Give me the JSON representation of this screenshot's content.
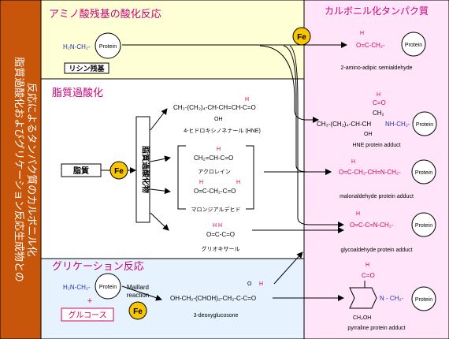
{
  "colors": {
    "sidebar_bg": "#C8560A",
    "section_title": "#C8007A",
    "blue_text": "#2233AA",
    "red_text": "#D4005A",
    "iron": "#F7C600",
    "top_bg": "#FFFFD6",
    "glyc_bg": "#E6F3FF",
    "right_bg": "#FFE4FA"
  },
  "sidebar": {
    "line1": "脂質過酸化およびグリケーション反応生成物との",
    "line2": "反応によるタンパク質のカルボニル化"
  },
  "sections": {
    "amino": "アミノ酸残基の酸化反応",
    "lipid": "脂質過酸化",
    "glycation": "グリケーション反応",
    "carbonyl": "カルボニル化タンパク質"
  },
  "labels": {
    "iron": "Fe",
    "protein": "Protein",
    "lysine": "リシン残基",
    "lipid": "脂質",
    "peroxide": "脂質過酸化物",
    "glucose": "グルコース",
    "maillard": "Maillard",
    "reaction": "reaction",
    "plus": "+"
  },
  "chem": {
    "h2n_ch2": "H₂N-CH₂-",
    "hne_a": "CH₃-(CH₂)₄-CH-CH=CH-C=O",
    "hne_oh": "OH",
    "hne_h": "H",
    "hne_name": "4-ヒドロキシノネナール (HNE)",
    "acro_h": "H",
    "acro": "CH₂=CH-C=O",
    "acro_name": "アクロレイン",
    "malon_h1": "H",
    "malon_h2": "H",
    "malon": "O=C-CH₂-C=O",
    "malon_name": "マロンジアルデヒド",
    "glyox_h": "H H",
    "glyox": "O=C-C=O",
    "glyox_name": "グリオキサール",
    "deoxy_main": "OH-CH₂-(CHOH)₂-CH₂-C-C=O",
    "deoxy_o": "O",
    "deoxy_h": "H",
    "deoxy_name": "3-deoxyglucosone",
    "p1_h": "H",
    "p1": "O=C-CH₂-",
    "p1_name": "2-amino-adipic semialdehyde",
    "p2_h": "H",
    "p2_co": "C=O",
    "p2_ch2": "CH₂",
    "p2_main": "CH₃-(CH₂)₄-CH-CH",
    "p2_nh": "NH-CH₂-",
    "p2_oh": "OH",
    "p2_name": "HNE protein adduct",
    "p3_h": "H",
    "p3": "O=C-CH₂-CH=N-CH₂-",
    "p3_name": "malonaldehyde protein adduct",
    "p4_h": "H",
    "p4": "O=C-C=N-CH₂-",
    "p4_name": "glycoaldehyde protein adduct",
    "p5_h": "H",
    "p5_co": "C=O",
    "p5_n": "N - CH₂-",
    "p5_ch2oh": "CH₂OH",
    "p5_name": "pyrraline protein adduct"
  }
}
